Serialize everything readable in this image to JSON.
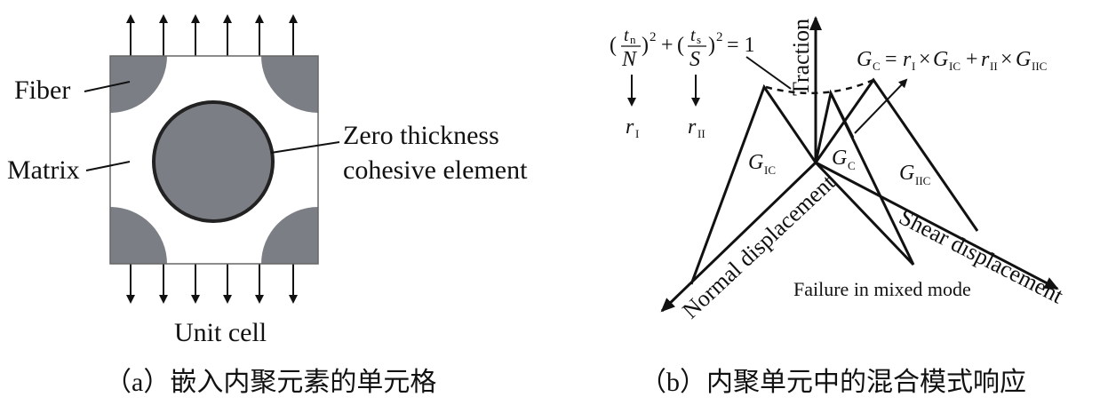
{
  "panel_a": {
    "labels": {
      "fiber": "Fiber",
      "matrix": "Matrix",
      "cohesive_line1": "Zero thickness",
      "cohesive_line2": "cohesive element",
      "unit_cell": "Unit cell"
    },
    "caption": "（a）嵌入内聚元素的单元格",
    "colors": {
      "fiber": "#7b7f85",
      "outline": "#111111"
    }
  },
  "panel_b": {
    "criterion": {
      "paren_open": "(",
      "tn_t": "t",
      "tn_sub": "n",
      "N": "N",
      "paren_close": ")",
      "sq": "2",
      "plus": "+",
      "ts_t": "t",
      "ts_sub": "s",
      "S": "S",
      "eq_one": "= 1",
      "r": "r",
      "r1_sub": "I",
      "r2_sub": "II"
    },
    "gc_formula": {
      "G": "G",
      "C": "C",
      "eq": "=",
      "r": "r",
      "I": "I",
      "times": "×",
      "IC": "IC",
      "plus": "+",
      "II": "II",
      "IIC": "IIC"
    },
    "axes": {
      "traction": "Traction",
      "normal": "Normal displacement",
      "shear": "Shear displacement"
    },
    "annotations": {
      "g_ic_G": "G",
      "g_ic_sub": "IC",
      "g_c_G": "G",
      "g_c_sub": "C",
      "g_iic_G": "G",
      "g_iic_sub": "IIC",
      "failure": "Failure in mixed mode"
    },
    "caption": "（b）内聚单元中的混合模式响应"
  }
}
